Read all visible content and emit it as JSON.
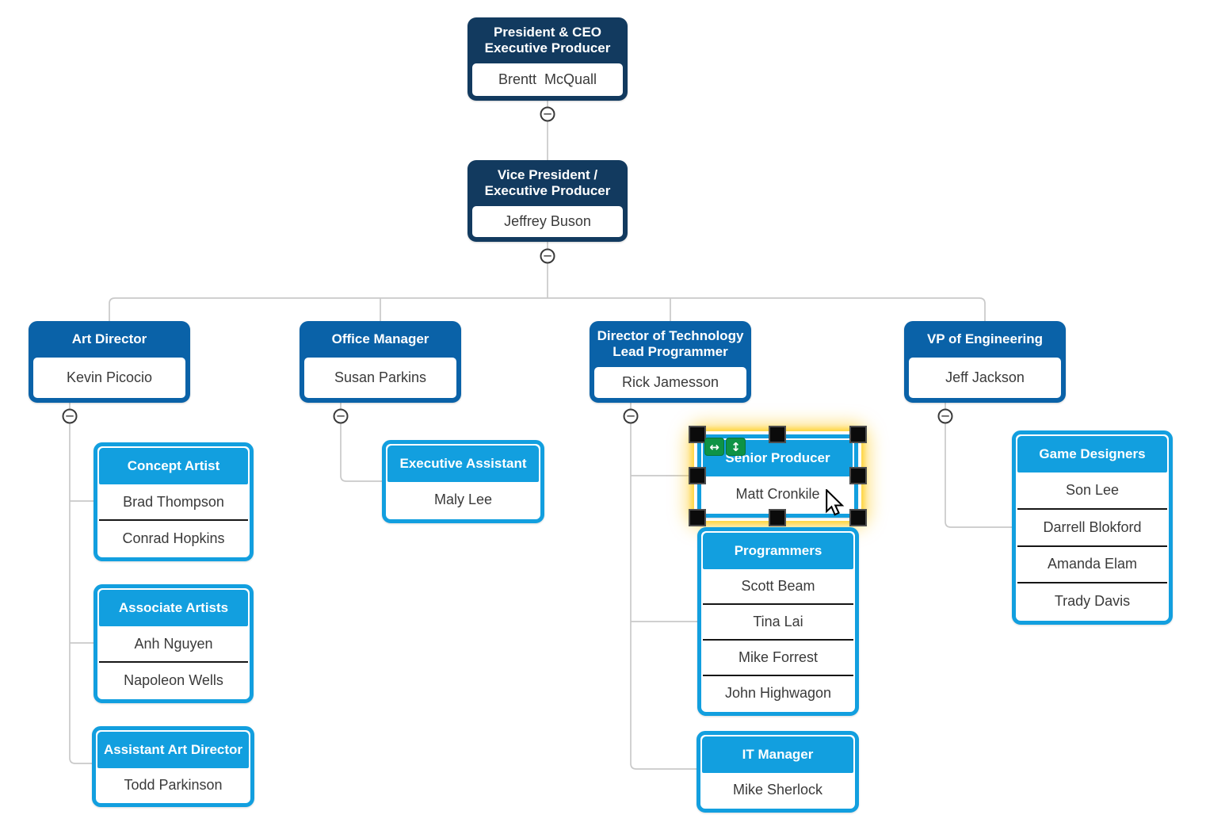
{
  "app": {
    "view": "organization-chart-canvas"
  },
  "palette": {
    "executive_level": "#123a5f",
    "director_level": "#0a62a8",
    "team_level": "#129fdf",
    "connector": "#c9c9c9",
    "selection_glow": "#ffd540",
    "selection_handle": "#0b0b0b",
    "tool_button_green": "#0e9346",
    "name_text": "#3a3a3a"
  },
  "nodes": {
    "president": {
      "title": "President & CEO\nExecutive Producer",
      "names": [
        "Brentt  McQuall"
      ],
      "parent": null
    },
    "vice_president": {
      "title": "Vice President /\nExecutive Producer",
      "names": [
        "Jeffrey Buson"
      ],
      "parent": "president"
    },
    "art_director": {
      "title": "Art Director",
      "names": [
        "Kevin Picocio"
      ],
      "parent": "vice_president"
    },
    "office_manager": {
      "title": "Office Manager",
      "names": [
        "Susan Parkins"
      ],
      "parent": "vice_president"
    },
    "director_technology": {
      "title": "Director of Technology\nLead Programmer",
      "names": [
        "Rick Jamesson"
      ],
      "parent": "vice_president"
    },
    "vp_engineering": {
      "title": "VP of Engineering",
      "names": [
        "Jeff Jackson"
      ],
      "parent": "vice_president"
    },
    "concept_artist": {
      "title": "Concept Artist",
      "names": [
        "Brad Thompson",
        "Conrad Hopkins"
      ],
      "parent": "art_director"
    },
    "associate_artists": {
      "title": "Associate Artists",
      "names": [
        "Anh Nguyen",
        "Napoleon Wells"
      ],
      "parent": "art_director"
    },
    "assistant_art_director": {
      "title": "Assistant Art Director",
      "names": [
        "Todd Parkinson"
      ],
      "parent": "art_director"
    },
    "executive_assistant": {
      "title": "Executive Assistant",
      "names": [
        "Maly Lee"
      ],
      "parent": "office_manager"
    },
    "senior_producer": {
      "title": "Senior Producer",
      "names": [
        "Matt Cronkile"
      ],
      "parent": "director_technology",
      "selected": true
    },
    "programmers": {
      "title": "Programmers",
      "names": [
        "Scott Beam",
        "Tina Lai",
        "Mike Forrest",
        "John Highwagon"
      ],
      "parent": "director_technology"
    },
    "it_manager": {
      "title": "IT Manager",
      "names": [
        "Mike Sherlock"
      ],
      "parent": "director_technology"
    },
    "game_designers": {
      "title": "Game Designers",
      "names": [
        "Son Lee",
        "Darrell Blokford",
        "Amanda Elam",
        "Trady Davis"
      ],
      "parent": "vp_engineering"
    }
  },
  "selection": {
    "selected_node": "senior_producer",
    "handle_count": 8,
    "tools": [
      {
        "name": "resize-horizontal",
        "glyph": "↔"
      },
      {
        "name": "resize-vertical",
        "glyph": "↕"
      }
    ]
  },
  "collapse_toggles": {
    "glyph": "−",
    "attached_to": [
      "president",
      "vice_president",
      "art_director",
      "office_manager",
      "director_technology",
      "vp_engineering"
    ]
  }
}
